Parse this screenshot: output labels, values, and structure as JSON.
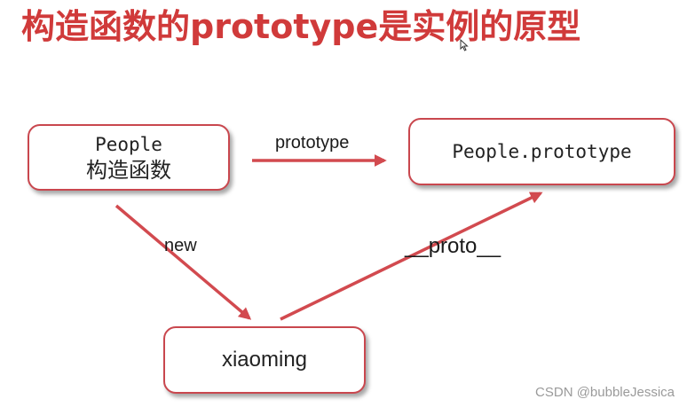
{
  "title": "构造函数的prototype是实例的原型",
  "nodes": {
    "people": {
      "line1": "People",
      "line2": "构造函数"
    },
    "prototype": {
      "label": "People.prototype"
    },
    "instance": {
      "label": "xiaoming"
    }
  },
  "edges": {
    "prototype_label": "prototype",
    "new_label": "new",
    "proto_label": "__proto__"
  },
  "watermark": "CSDN @bubbleJessica",
  "colors": {
    "title": "#d03a3a",
    "node_border": "#c9474e",
    "arrow": "#d24a4f"
  },
  "icons": [
    "mouse-cursor-icon"
  ]
}
